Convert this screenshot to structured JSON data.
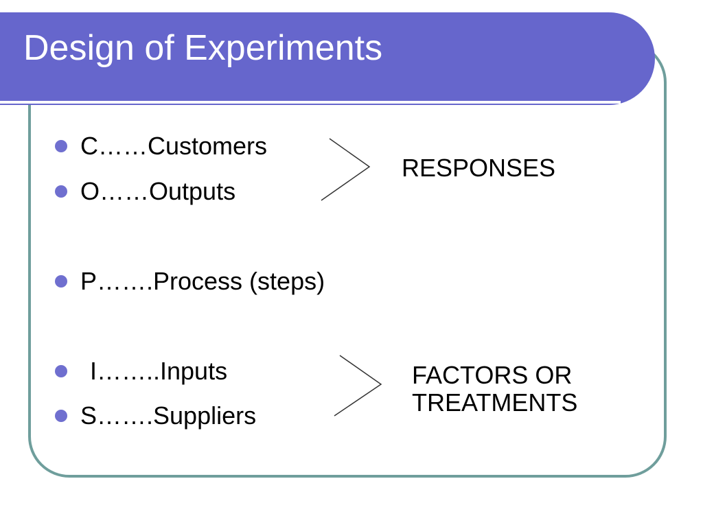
{
  "slide": {
    "title": "Design of Experiments",
    "colors": {
      "title_bar": "#6666cc",
      "frame_border": "#6f9e9c",
      "bullet": "#6f6fcf",
      "text": "#000000"
    }
  },
  "bullets": [
    {
      "text": "C……Customers"
    },
    {
      "text": "O……Outputs"
    },
    {
      "text": "P…….Process (steps)"
    },
    {
      "text": "I……..Inputs"
    },
    {
      "text": "S…….Suppliers"
    }
  ],
  "groups": {
    "responses": {
      "label": "RESPONSES"
    },
    "factors": {
      "label_line1": "FACTORS OR",
      "label_line2": "TREATMENTS"
    }
  }
}
